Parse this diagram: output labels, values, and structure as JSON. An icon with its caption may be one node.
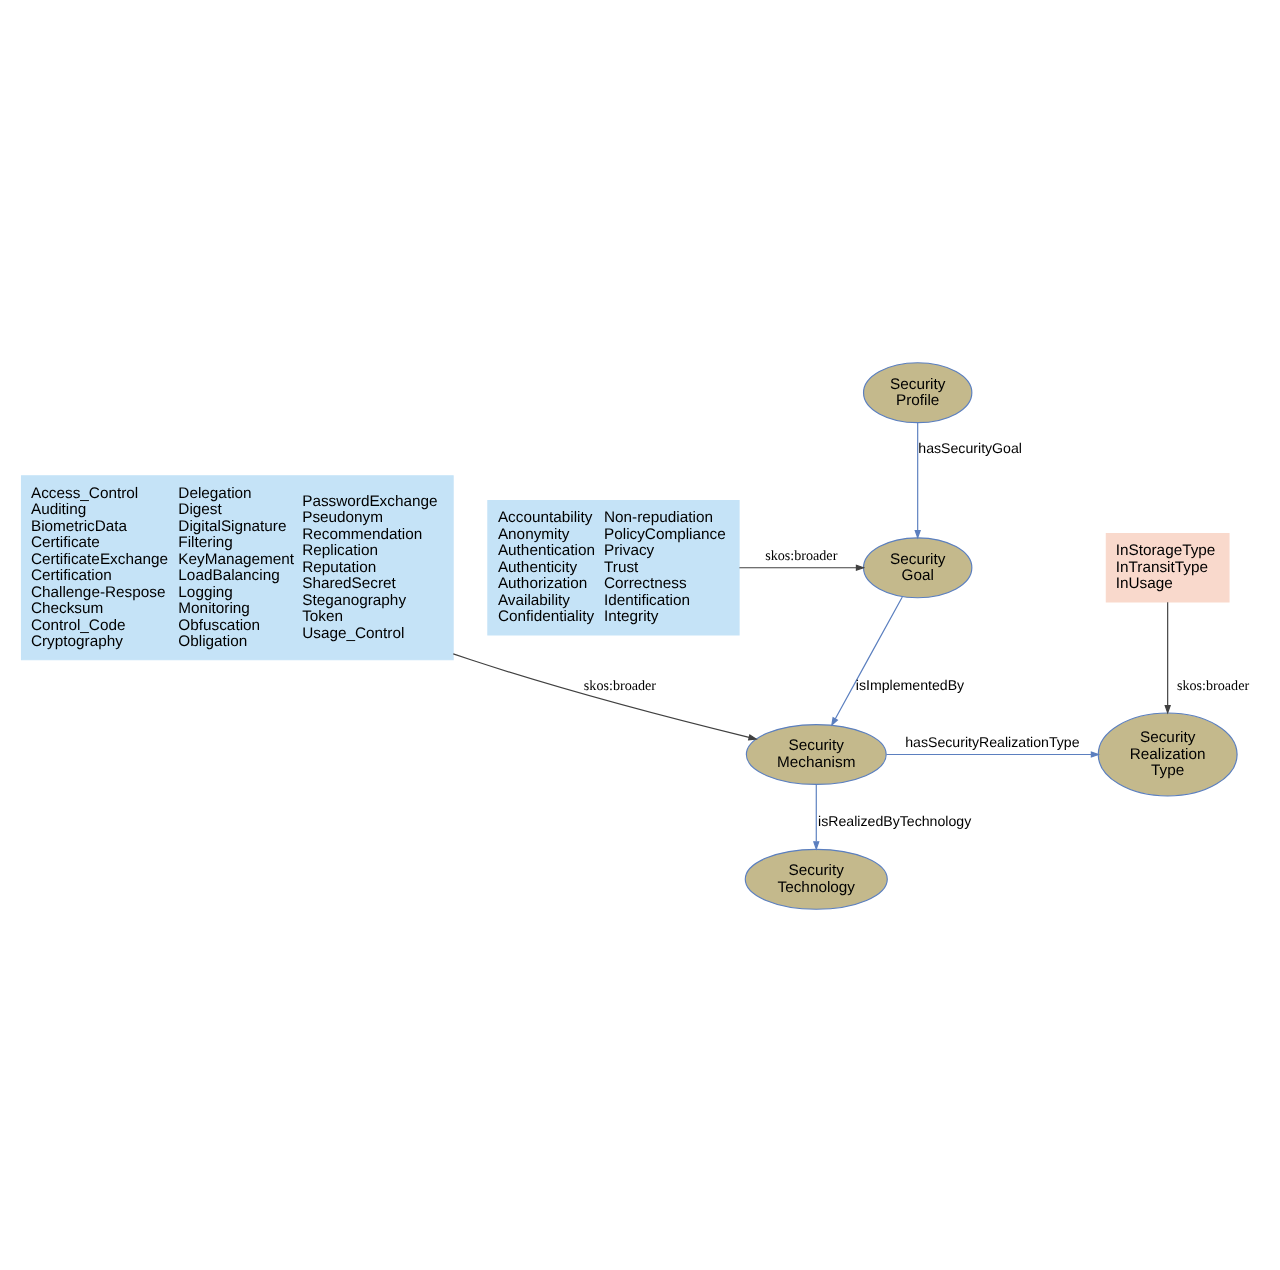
{
  "diagram": {
    "nodes": [
      {
        "text": [
          "Security Profile"
        ]
      },
      {
        "text": [
          "Security Goal"
        ]
      },
      {
        "text": [
          "Accountability Anonymity Authentication Authenticity Authorization Availability Confidentiality",
          "Non-repudiation PolicyCompliance Privacy Trust Correctness Identification Integrity"
        ]
      },
      {
        "text": [
          "Security Mechanism"
        ]
      },
      {
        "text": [
          "Security Realization Type"
        ]
      },
      {
        "text": [
          "InStorageType InTransitType InUsage"
        ]
      },
      {
        "text": [
          "Security Technology"
        ]
      },
      {
        "text": [
          "Access_Control Auditing BiometricData Certificate CertificateExchange Certification Challenge-Respose Checksum Control_Code Cryptography",
          "Delegation Digest DigitalSignature Filtering KeyManagement LoadBalancing Logging Monitoring Obfuscation Obligation",
          "PasswordExchange Pseudonym Recommendation Replication Reputation SharedSecret Steganography Token Usage_Control"
        ]
      }
    ],
    "edges": [
      {
        "from": 0,
        "to": 1,
        "arrow": "to",
        "label": "hasSecurityGoal"
      },
      {
        "from": 2,
        "to": 1,
        "arrow": "to",
        "label": "skos:broader",
        "color": "#404040"
      },
      {
        "from": 1,
        "to": 3,
        "arrow": "to",
        "label": "isImplementedBy"
      },
      {
        "from": 3,
        "to": 4,
        "arrow": "to",
        "label": "hasSecurityRealizationType"
      },
      {
        "from": 5,
        "to": 4,
        "arrow": "to",
        "label": "skos:broader",
        "color": "#404040"
      },
      {
        "from": 3,
        "to": 6,
        "arrow": "to",
        "label": "isRealizedByTechnology"
      },
      {
        "from": 7,
        "to": 3,
        "arrow": "to",
        "label": "skos:broader",
        "color": "#404040"
      }
    ]
  }
}
